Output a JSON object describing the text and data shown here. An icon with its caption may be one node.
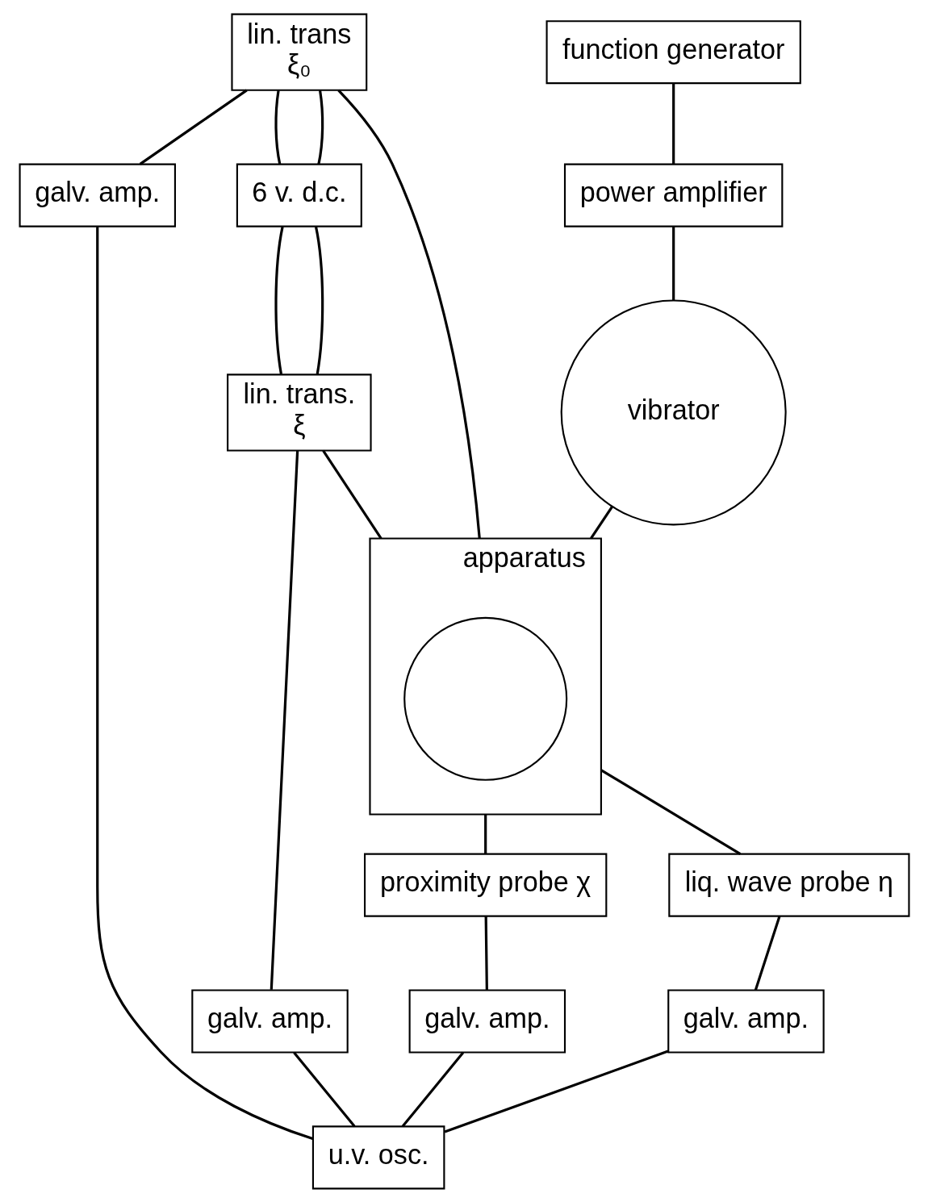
{
  "diagram": {
    "nodes": [
      {
        "text": [
          "function generator"
        ]
      },
      {
        "text": [
          "power amplifier"
        ]
      },
      {
        "text": [
          "vibrator"
        ]
      },
      {
        "text": [
          "apparatus"
        ]
      },
      {
        "text": [],
        "shape": "circle",
        "in": 3
      },
      {
        "text": [
          "lin. trans",
          "ξ₀"
        ]
      },
      {
        "text": [
          "galv. amp."
        ]
      },
      {
        "text": [
          "6 v. d.c."
        ]
      },
      {
        "text": [
          "lin. trans.",
          "ξ"
        ]
      },
      {
        "text": [
          "proximity probe χ"
        ]
      },
      {
        "text": [
          "liq. wave probe η"
        ]
      },
      {
        "text": [
          "galv. amp."
        ]
      },
      {
        "text": [
          "galv. amp."
        ]
      },
      {
        "text": [
          "galv. amp."
        ]
      },
      {
        "text": [
          "u.v. osc."
        ]
      }
    ],
    "edges": [
      {
        "from": 0,
        "to": 1,
        "arrow": "none"
      },
      {
        "from": 1,
        "to": 2,
        "arrow": "none"
      },
      {
        "from": 2,
        "to": 3,
        "arrow": "none"
      },
      {
        "from": 5,
        "to": 3,
        "arrow": "none"
      },
      {
        "from": 8,
        "to": 3,
        "arrow": "none"
      },
      {
        "from": 3,
        "to": 9,
        "arrow": "none"
      },
      {
        "from": 3,
        "to": 10,
        "arrow": "none"
      },
      {
        "from": 5,
        "to": 7,
        "arrow": "none"
      },
      {
        "from": 5,
        "to": 7,
        "arrow": "none"
      },
      {
        "from": 7,
        "to": 8,
        "arrow": "none"
      },
      {
        "from": 7,
        "to": 8,
        "arrow": "none"
      },
      {
        "from": 5,
        "to": 6,
        "arrow": "none"
      },
      {
        "from": 6,
        "to": 14,
        "arrow": "none"
      },
      {
        "from": 8,
        "to": 11,
        "arrow": "none"
      },
      {
        "from": 11,
        "to": 14,
        "arrow": "none"
      },
      {
        "from": 10,
        "to": 12,
        "arrow": "none"
      },
      {
        "from": 12,
        "to": 14,
        "arrow": "none"
      },
      {
        "from": 9,
        "to": 13,
        "arrow": "none"
      },
      {
        "from": 13,
        "to": 14,
        "arrow": "none"
      }
    ]
  }
}
